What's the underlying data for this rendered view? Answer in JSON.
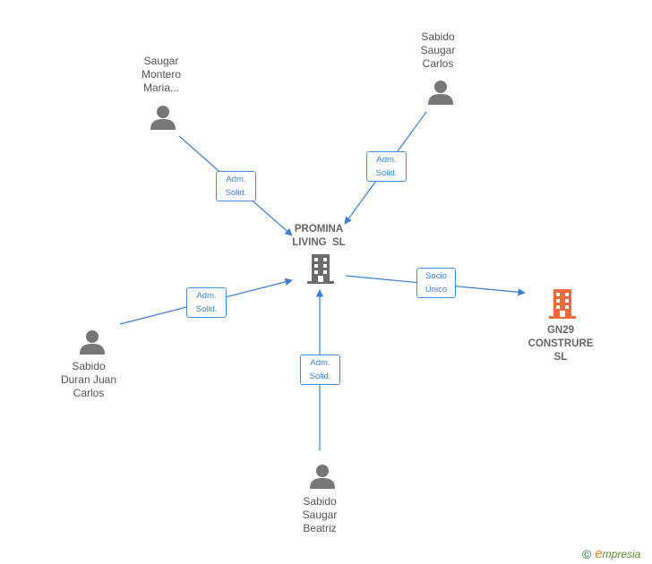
{
  "nodes": {
    "saugar_montero": {
      "lines": [
        "Saugar",
        "Montero",
        "Maria..."
      ],
      "icon": "person-icon"
    },
    "sabido_saugar_carlos": {
      "lines": [
        "Sabido",
        "Saugar",
        "Carlos"
      ],
      "icon": "person-icon"
    },
    "promina": {
      "lines": [
        "PROMINA",
        "LIVING  SL"
      ],
      "icon": "building-icon"
    },
    "sabido_duran": {
      "lines": [
        "Sabido",
        "Duran Juan",
        "Carlos"
      ],
      "icon": "person-icon"
    },
    "sabido_saugar_beatriz": {
      "lines": [
        "Sabido",
        "Saugar",
        "Beatriz"
      ],
      "icon": "person-icon"
    },
    "gn29": {
      "lines": [
        "GN29",
        "CONSTRURE",
        "SL"
      ],
      "icon": "building-icon",
      "color": "#f26a3a"
    }
  },
  "edges": {
    "e1": [
      "Adm.",
      "Solid."
    ],
    "e2": [
      "Adm.",
      "Solid."
    ],
    "e3": [
      "Adm.",
      "Solid."
    ],
    "e4": [
      "Adm.",
      "Solid."
    ],
    "e5": [
      "Socio",
      "Único"
    ]
  },
  "colors": {
    "edge": "#3b7fd4",
    "person": "#777777",
    "company": "#6b6b6b",
    "target": "#f26a3a"
  },
  "brand": {
    "copyright": "©",
    "initial": "e",
    "name": "mpresia"
  }
}
